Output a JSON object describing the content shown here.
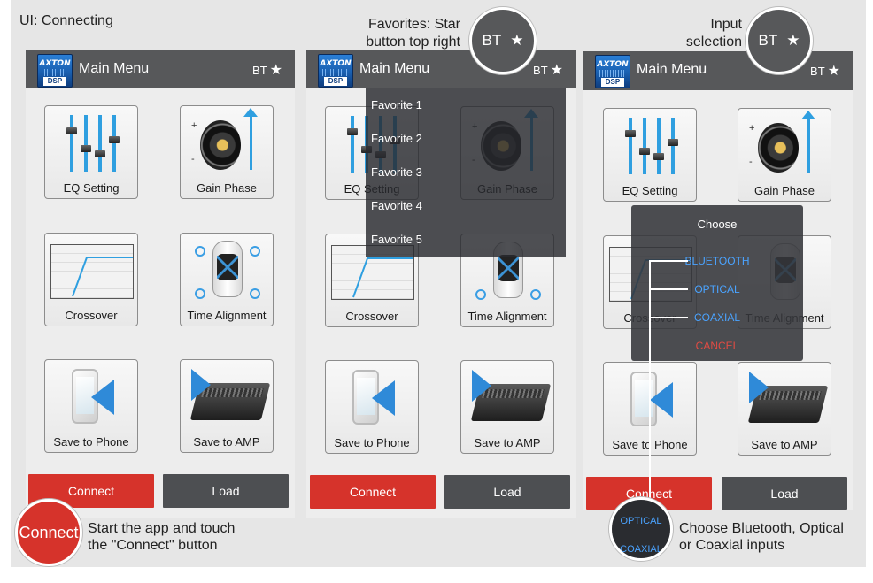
{
  "annotations": {
    "ui_title": "UI: Connecting",
    "favorites_note_line1": "Favorites: Star",
    "favorites_note_line2": "button top right",
    "input_note_line1": "Input",
    "input_note_line2": "selection",
    "start_note_line1": "Start the app and touch",
    "start_note_line2": "the \"Connect\" button",
    "choose_note_line1": "Choose Bluetooth, Optical",
    "choose_note_line2": "or Coaxial inputs",
    "bubble_bt": "BT",
    "bubble_star": "★",
    "bubble_connect": "Connect",
    "bubble_optical": "OPTICAL",
    "bubble_coaxial": "COAXIAL"
  },
  "app": {
    "logo_top": "AXTON",
    "logo_bottom": "DSP",
    "title": "Main Menu",
    "bt_label": "BT",
    "star": "★",
    "tiles": {
      "eq": "EQ Setting",
      "gain": "Gain Phase",
      "crossover": "Crossover",
      "time": "Time Alignment",
      "save_phone": "Save to Phone",
      "save_amp": "Save to AMP"
    },
    "connect_label": "Connect",
    "load_label": "Load",
    "gain_plus": "+",
    "gain_minus": "-"
  },
  "favorites": {
    "items": [
      "Favorite 1",
      "Favorite 2",
      "Favorite 3",
      "Favorite 4",
      "Favorite 5"
    ]
  },
  "input_dialog": {
    "title": "Choose",
    "options": [
      "BLUETOOTH",
      "OPTICAL",
      "COAXIAL"
    ],
    "cancel": "CANCEL"
  },
  "colors": {
    "accent_blue": "#2f9fe0",
    "connect_red": "#d6332b",
    "load_gray": "#4d4f52",
    "header_gray": "#57585a"
  }
}
